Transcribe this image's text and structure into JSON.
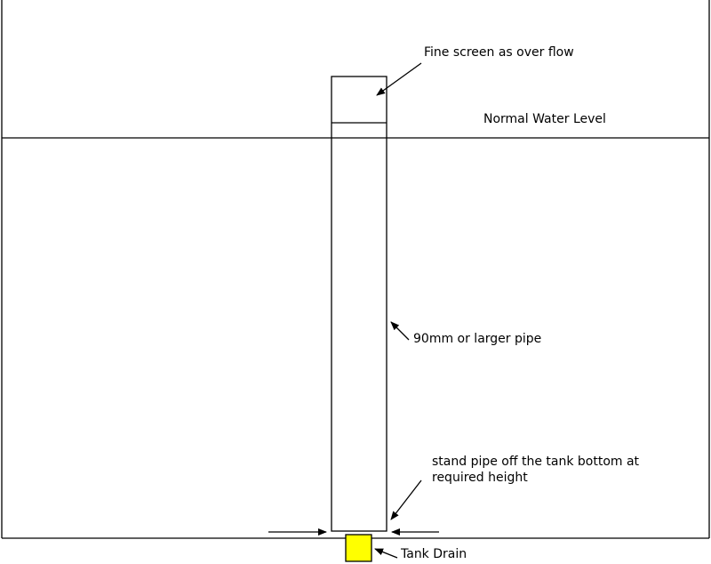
{
  "labels": {
    "fine_screen": "Fine screen as over flow",
    "water_level": "Normal Water Level",
    "pipe": "90mm or larger pipe",
    "standpipe_line1": "stand pipe off the tank bottom at",
    "standpipe_line2": "required height",
    "drain": "Tank Drain"
  },
  "colors": {
    "line": "#000000",
    "drain_fill": "#ffff00",
    "background": "#ffffff"
  }
}
